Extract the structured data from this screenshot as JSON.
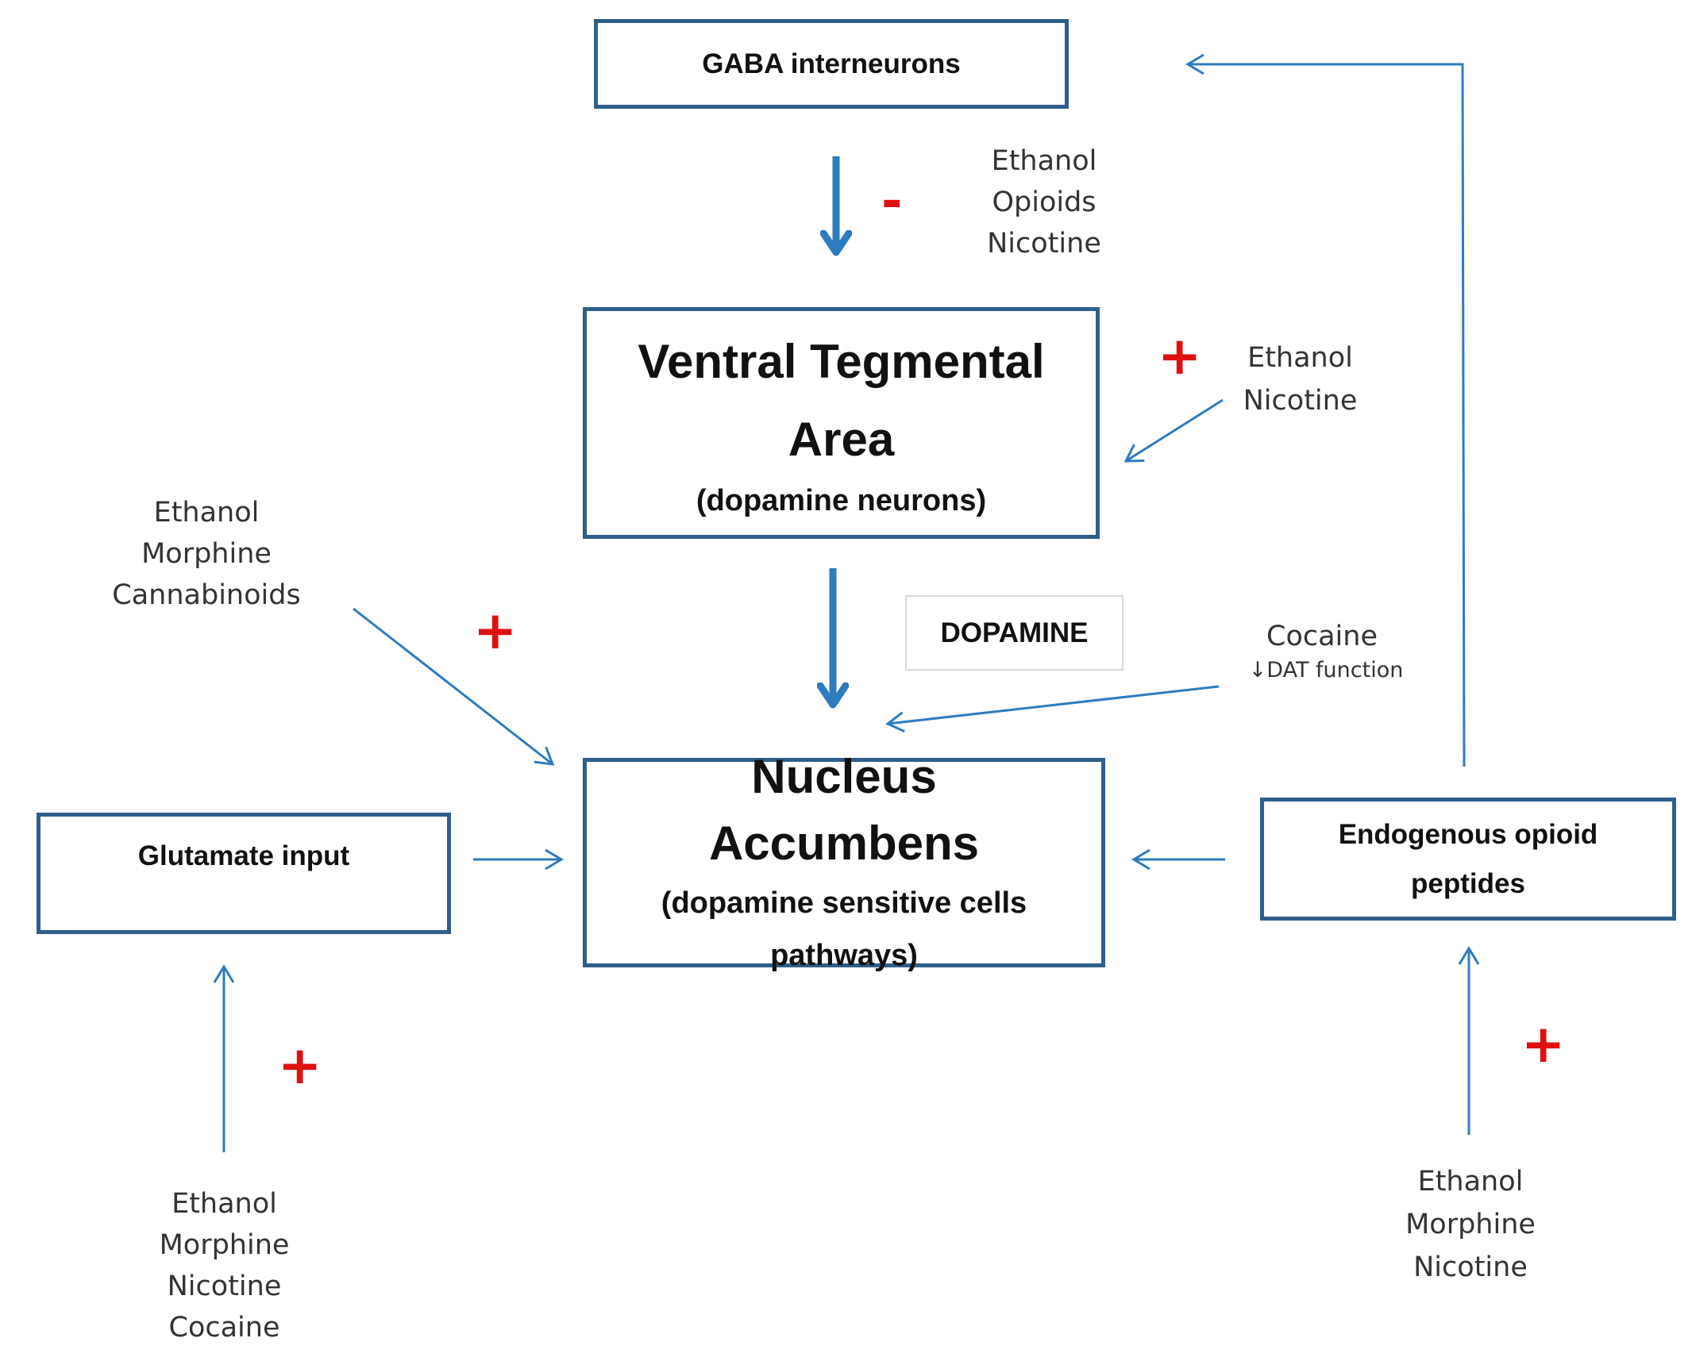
{
  "boxes": {
    "gaba": "GABA interneurons",
    "vta_title": "Ventral Tegmental Area",
    "vta_sub": "(dopamine  neurons)",
    "nac_title": "Nucleus Accumbens",
    "nac_sub": "(dopamine sensitive cells pathways)",
    "glutamate": "Glutamate input",
    "opioid": "Endogenous opioid peptides",
    "dopamine": "DOPAMINE"
  },
  "labels": {
    "gaba_drugs": [
      "Ethanol",
      "Opioids",
      "Nicotine"
    ],
    "vta_drugs": [
      "Ethanol",
      "Nicotine"
    ],
    "nac_left_drugs": [
      "Ethanol",
      "Morphine",
      "Cannabinoids"
    ],
    "cocaine": "Cocaine",
    "dat": "↓DAT function",
    "glutamate_drugs": [
      "Ethanol",
      "Morphine",
      "Nicotine",
      "Cocaine"
    ],
    "opioid_drugs": [
      "Ethanol",
      "Morphine",
      "Nicotine"
    ]
  },
  "signs": {
    "minus": "-",
    "plus": "+"
  },
  "colors": {
    "box_border": "#2f5f8a",
    "arrow": "#2e7bbf",
    "sign": "#e01010"
  }
}
